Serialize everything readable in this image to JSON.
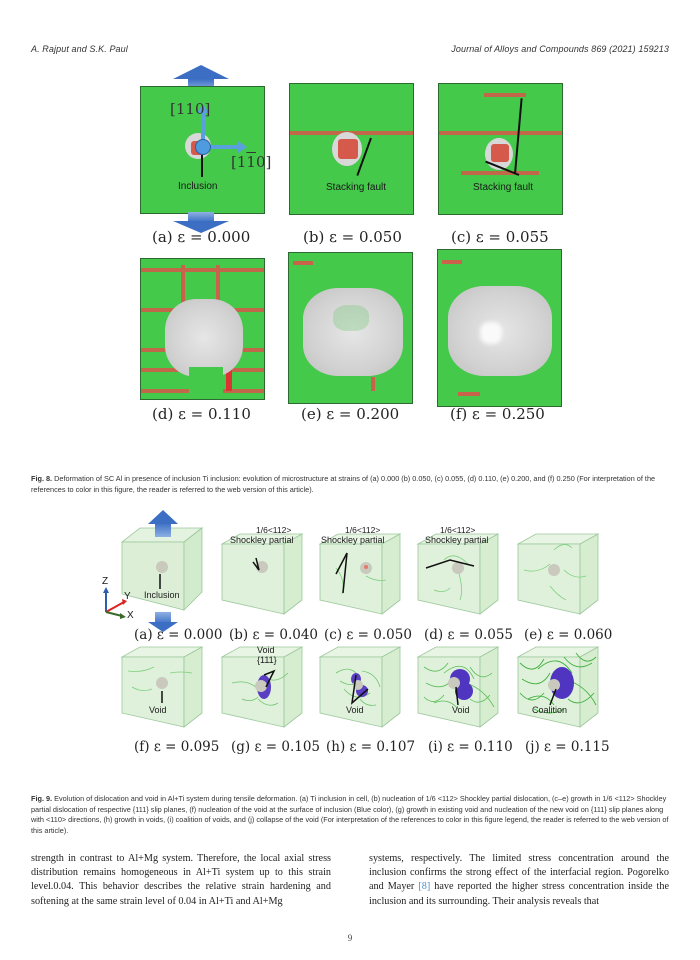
{
  "header": {
    "authors": "A. Rajput and S.K. Paul",
    "journal": "Journal of Alloys and Compounds 869 (2021) 159213"
  },
  "figure8": {
    "panels": [
      {
        "id": "a",
        "caption": "(a) ε = 0.000",
        "labels": {
          "axis1": "[110]",
          "axis2": "[1̄ 1̄ 0]",
          "inclusion": "Inclusion"
        }
      },
      {
        "id": "b",
        "caption": "(b) ε = 0.050",
        "labels": {
          "fault": "Stacking fault"
        }
      },
      {
        "id": "c",
        "caption": "(c) ε = 0.055",
        "labels": {
          "fault": "Stacking fault"
        }
      },
      {
        "id": "d",
        "caption": "(d) ε = 0.110"
      },
      {
        "id": "e",
        "caption": "(e) ε = 0.200"
      },
      {
        "id": "f",
        "caption": "(f) ε = 0.250"
      }
    ],
    "axis_label_110": "[110]",
    "axis_label_1bar10": "[1̅0]",
    "caption_label": "Fig. 8.",
    "caption_text": "Deformation of SC Al in presence of inclusion Ti inclusion: evolution of microstructure at strains of (a) 0.000 (b) 0.050, (c) 0.055, (d) 0.110, (e) 0.200, and (f) 0.250 (For interpretation of the references to color in this figure, the reader is referred to the web version of this article).",
    "colors": {
      "fcc": "#44c94a",
      "hcp": "#c8624a",
      "other": "#d6d6d6",
      "arrow": "#3c6fc4"
    }
  },
  "figure9": {
    "panels": [
      {
        "id": "a",
        "caption": "(a) ε = 0.000",
        "label": "Inclusion"
      },
      {
        "id": "b",
        "caption": "(b) ε = 0.040",
        "label1": "1/6<112>",
        "label2": "Shockley partial"
      },
      {
        "id": "c",
        "caption": "(c) ε = 0.050",
        "label1": "1/6<112>",
        "label2": "Shockley partial"
      },
      {
        "id": "d",
        "caption": "(d) ε = 0.055",
        "label1": "1/6<112>",
        "label2": "Shockley partial"
      },
      {
        "id": "e",
        "caption": "(e) ε = 0.060"
      },
      {
        "id": "f",
        "caption": "(f) ε = 0.095",
        "label": "Void"
      },
      {
        "id": "g",
        "caption": "(g) ε = 0.105",
        "label1": "Void",
        "label2": "{111}"
      },
      {
        "id": "h",
        "caption": "(h) ε = 0.107",
        "label": "Void"
      },
      {
        "id": "i",
        "caption": "(i) ε = 0.110",
        "label": "Void"
      },
      {
        "id": "j",
        "caption": "(j) ε = 0.115",
        "label": "Coalition"
      }
    ],
    "triad": {
      "z": "Z",
      "y": "Y",
      "x": "X"
    },
    "caption_label": "Fig. 9.",
    "caption_text": "Evolution of dislocation and void in Al+Ti system during tensile deformation. (a) Ti inclusion in cell, (b) nucleation of 1/6 <112> Shockley partial dislocation, (c–e) growth in 1/6 <112> Shockley partial dislocation of respective {111} slip planes, (f) nucleation of the void at the surface of inclusion (Blue color), (g) growth in existing void and nucleation of the new void on {111} slip planes along with <110> directions, (h) growth in voids, (i) coalition of voids, and (j) collapse of the void (For interpretation of the references to color in this figure legend, the reader is referred to the web version of this article)."
  },
  "body": {
    "left_col": "strength in contrast to Al+Mg system. Therefore, the local axial stress distribution remains homogeneous in Al+Ti system up to this strain level.0.04. This behavior describes the relative strain hardening and softening at the same strain level of 0.04 in Al+Ti and Al+Mg",
    "right_col_part1": "systems, respectively. The limited stress concentration around the inclusion confirms the strong effect of the interfacial region. Pogorelko and Mayer ",
    "right_col_ref": "[8]",
    "right_col_part2": " have reported the higher stress concentration inside the inclusion and its surrounding. Their analysis reveals that"
  },
  "page_number": "9"
}
